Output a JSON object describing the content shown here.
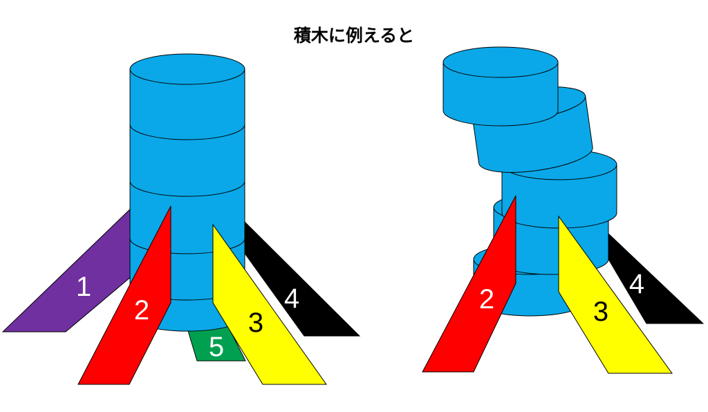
{
  "title": "積木に例えると",
  "colors": {
    "block": "#0aa8e8",
    "stroke": "#000000",
    "strut_1": "#7030a0",
    "strut_2": "#ff0000",
    "strut_3": "#ffff00",
    "strut_4": "#000000",
    "strut_5": "#00a050"
  },
  "left_tower": {
    "blocks": 5,
    "struts": [
      {
        "id": "1",
        "label": "1"
      },
      {
        "id": "2",
        "label": "2"
      },
      {
        "id": "3",
        "label": "3"
      },
      {
        "id": "4",
        "label": "4"
      },
      {
        "id": "5",
        "label": "5"
      }
    ]
  },
  "right_tower": {
    "blocks": 5,
    "struts": [
      {
        "id": "2",
        "label": "2"
      },
      {
        "id": "3",
        "label": "3"
      },
      {
        "id": "4",
        "label": "4"
      }
    ]
  }
}
